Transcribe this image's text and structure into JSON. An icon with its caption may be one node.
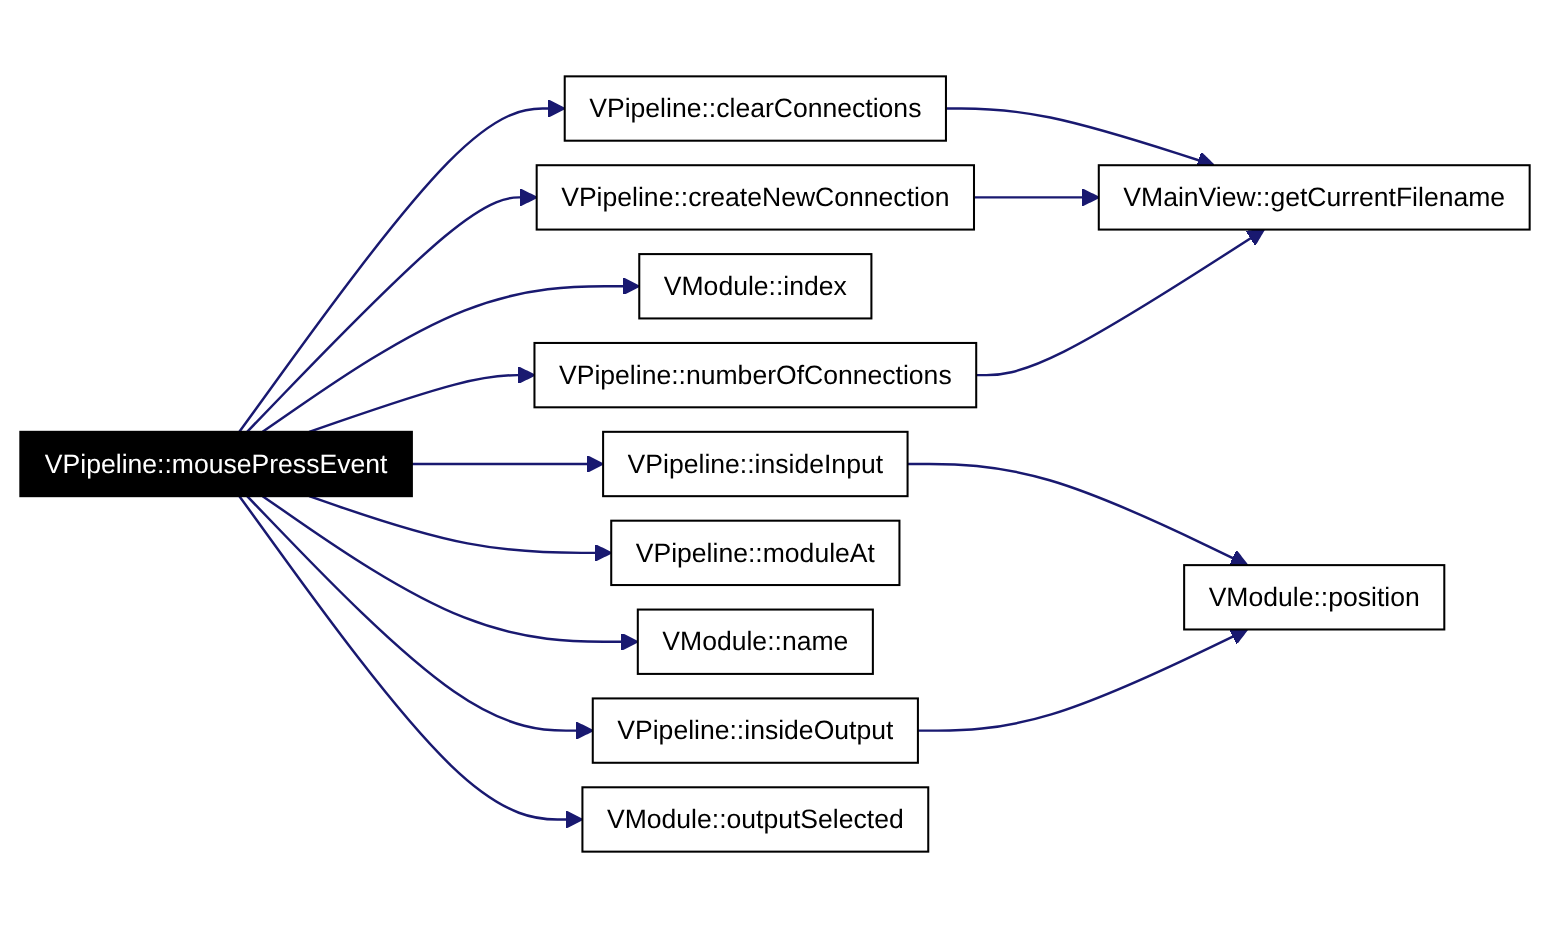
{
  "diagram": {
    "nodes": [
      {
        "text": [
          "VPipeline::mousePressEvent"
        ]
      },
      {
        "text": [
          "VPipeline::clearConnections"
        ]
      },
      {
        "text": [
          "VPipeline::createNewConnection"
        ]
      },
      {
        "text": [
          "VModule::index"
        ]
      },
      {
        "text": [
          "VPipeline::numberOfConnections"
        ]
      },
      {
        "text": [
          "VPipeline::insideInput"
        ]
      },
      {
        "text": [
          "VPipeline::moduleAt"
        ]
      },
      {
        "text": [
          "VModule::name"
        ]
      },
      {
        "text": [
          "VPipeline::insideOutput"
        ]
      },
      {
        "text": [
          "VModule::outputSelected"
        ]
      },
      {
        "text": [
          "VMainView::getCurrentFilename"
        ]
      },
      {
        "text": [
          "VModule::position"
        ]
      }
    ],
    "edges": [
      {
        "from": 0,
        "to": 1,
        "arrow": "to"
      },
      {
        "from": 0,
        "to": 2,
        "arrow": "to"
      },
      {
        "from": 0,
        "to": 3,
        "arrow": "to"
      },
      {
        "from": 0,
        "to": 4,
        "arrow": "to"
      },
      {
        "from": 0,
        "to": 5,
        "arrow": "to"
      },
      {
        "from": 0,
        "to": 6,
        "arrow": "to"
      },
      {
        "from": 0,
        "to": 7,
        "arrow": "to"
      },
      {
        "from": 0,
        "to": 8,
        "arrow": "to"
      },
      {
        "from": 0,
        "to": 9,
        "arrow": "to"
      },
      {
        "from": 1,
        "to": 10,
        "arrow": "to"
      },
      {
        "from": 2,
        "to": 10,
        "arrow": "to"
      },
      {
        "from": 4,
        "to": 10,
        "arrow": "to"
      },
      {
        "from": 5,
        "to": 11,
        "arrow": "to"
      },
      {
        "from": 8,
        "to": 11,
        "arrow": "to"
      }
    ]
  }
}
